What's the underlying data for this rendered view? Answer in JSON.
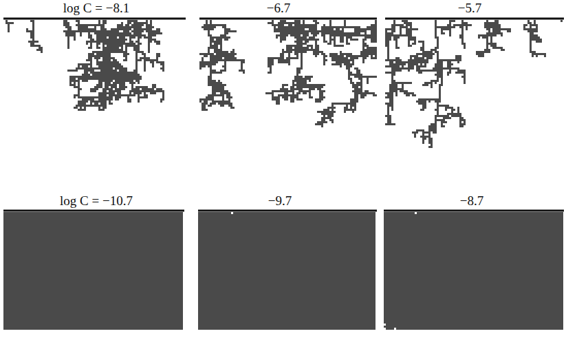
{
  "diagram": {
    "labels": [
      "log C = −8.1",
      "−6.7",
      "−5.7",
      "log C = −10.7",
      "−9.7",
      "−8.7"
    ]
  }
}
